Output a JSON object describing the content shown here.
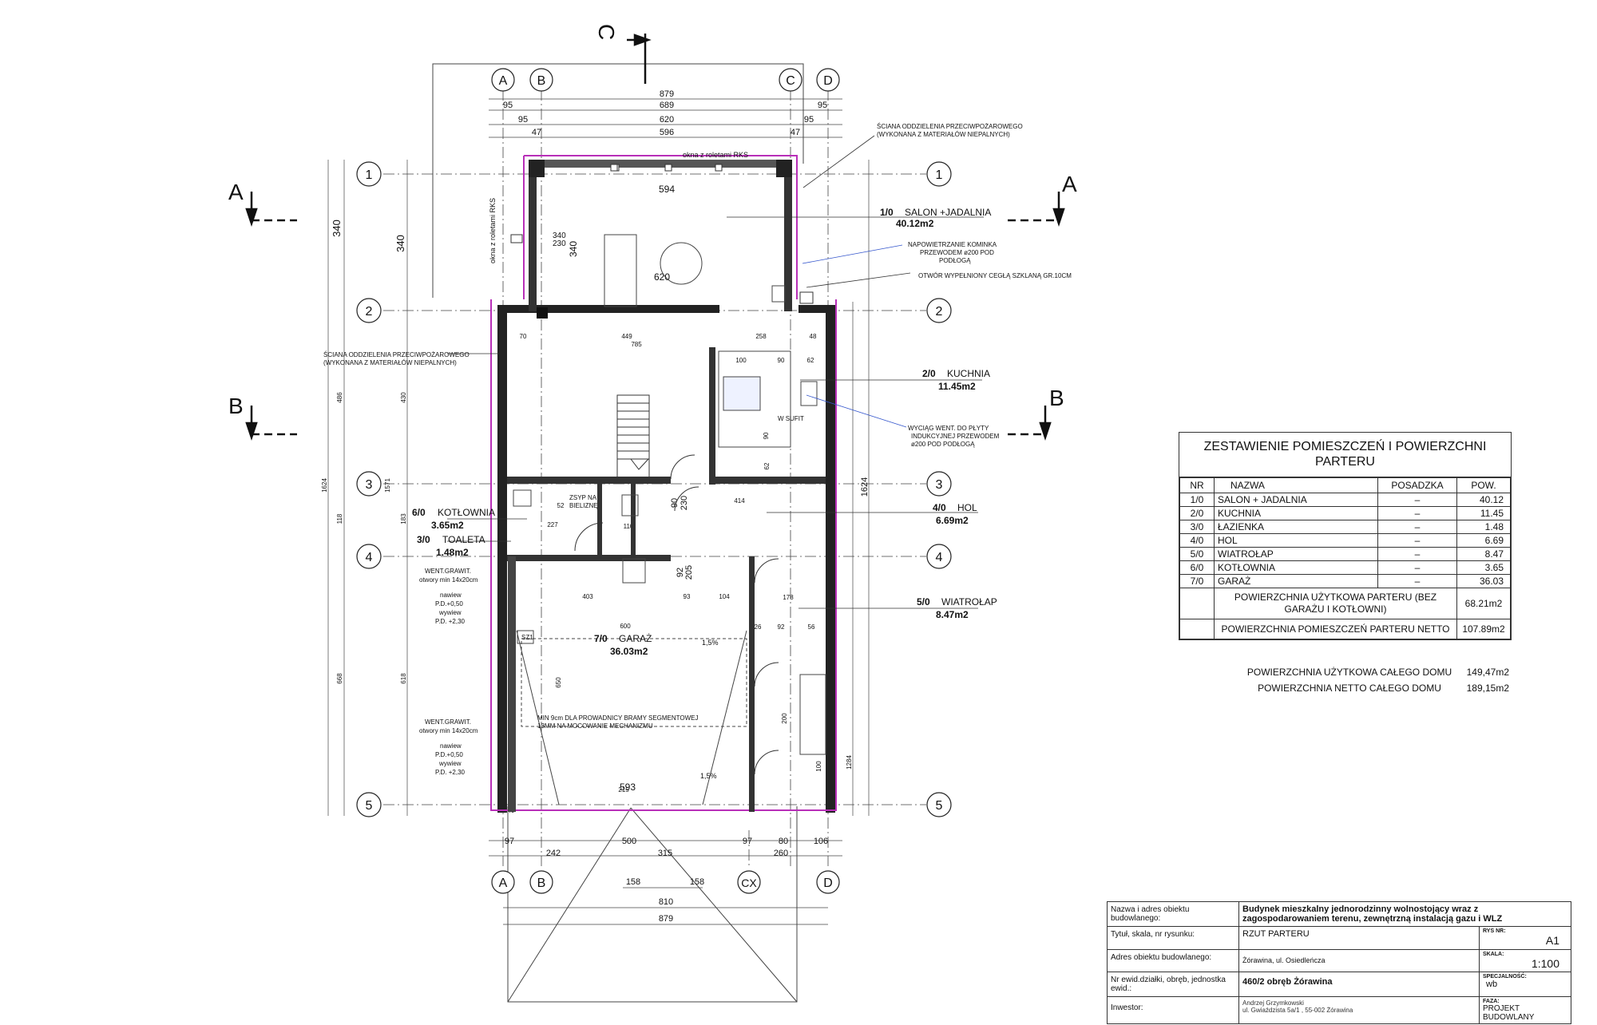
{
  "plan": {
    "axes_letters": {
      "A": "A",
      "B": "B",
      "C": "C",
      "D": "D",
      "CX": "CX"
    },
    "axes_numbers": [
      "1",
      "2",
      "3",
      "4",
      "5"
    ],
    "section_marks": {
      "A": "A",
      "B": "B",
      "C": "C"
    },
    "dims_top": [
      "879",
      "95",
      "689",
      "95",
      "95",
      "620",
      "95",
      "47",
      "596",
      "47"
    ],
    "dims_bottom": [
      "97",
      "242",
      "500",
      "315",
      "97",
      "80",
      "260",
      "106",
      "158",
      "158",
      "810",
      "879"
    ],
    "dims_left": [
      "340",
      "340",
      "486",
      "430",
      "1624",
      "1571",
      "118",
      "183",
      "668",
      "618"
    ],
    "dims_right": [
      "1624",
      "1284"
    ],
    "dims_inner": [
      "594",
      "620",
      "340",
      "70",
      "449",
      "785",
      "258",
      "48",
      "100",
      "90",
      "62",
      "403",
      "93",
      "104",
      "600",
      "414",
      "593",
      "650",
      "178",
      "26",
      "92",
      "56",
      "48",
      "200",
      "227",
      "52",
      "110",
      "62",
      "90",
      "92",
      "205",
      "90",
      "230",
      "100",
      "49",
      "215"
    ],
    "rooms": [
      {
        "num": "1/0",
        "name": "SALON +JADALNIA",
        "area": "40.12m2"
      },
      {
        "num": "2/0",
        "name": "KUCHNIA",
        "area": "11.45m2"
      },
      {
        "num": "6/0",
        "name": "KOTŁOWNIA",
        "area": "3.65m2"
      },
      {
        "num": "3/0",
        "name": "TOALETA",
        "area": "1.48m2"
      },
      {
        "num": "4/0",
        "name": "HOL",
        "area": "6.69m2"
      },
      {
        "num": "5/0",
        "name": "WIATROŁAP",
        "area": "8.47m2"
      },
      {
        "num": "7/0",
        "name": "GARAŻ",
        "area": "36.03m2"
      }
    ],
    "notes": {
      "fire_wall_top_1": "ŚCIANA ODDZIELENIA PRZECIWPOŻAROWEGO",
      "fire_wall_top_2": "(WYKONANA Z MATERIAŁÓW NIEPALNYCH)",
      "fire_wall_left_1": "ŚCIANA ODDZIELENIA PRZECIWPOŻAROWEGO",
      "fire_wall_left_2": "(WYKONANA Z MATERIAŁÓW NIEPALNYCH)",
      "window_top": "okna z roletami RKS",
      "window_left": "okna z roletami RKS",
      "chimney_1": "NAPOWIETRZANIE KOMINKA",
      "chimney_2": "PRZEWODEM ø200 POD",
      "chimney_3": "PODŁOGĄ",
      "opening": "OTWÓR WYPEŁNIONY CEGŁĄ SZKLANĄ GR.10CM",
      "hood_1": "WYCIĄG WENT. DO PŁYTY",
      "hood_2": "INDUKCYJNEJ PRZEWODEM",
      "hood_3": "ø200 POD PODŁOGĄ",
      "to_ceiling": "W SUFIT",
      "boiler": "ZSYP NA",
      "boiler_2": "BIELIZNĘ",
      "vent1_1": "WENT.GRAWIT.",
      "vent1_2": "otwory min 14x20cm",
      "vent1_3": "nawiew",
      "vent1_4": "P.D.+0,50",
      "vent1_5": "wywiew",
      "vent1_6": "P.D. +2,30",
      "vent2_1": "WENT.GRAWIT.",
      "vent2_2": "otwory min 14x20cm",
      "vent2_3": "nawiew",
      "vent2_4": "P.D.+0,50",
      "vent2_5": "wywiew",
      "vent2_6": "P.D. +2,30",
      "gate_1": "MIN 9cm DLA PROWADNICY BRAMY SEGMENTOWEJ",
      "gate_2": "13MM NA MOCOWANIE MECHANIZMU",
      "slope_1": "1,5%",
      "slope_2": "1,5%",
      "sz1": "SZ1",
      "magenta_1": "340",
      "magenta_2": "230"
    }
  },
  "room_table": {
    "title": "ZESTAWIENIE POMIESZCZEŃ I POWIERZCHNI PARTERU",
    "headers": [
      "NR",
      "NAZWA",
      "POSADZKA",
      "POW."
    ],
    "rows": [
      [
        "1/0",
        "SALON + JADALNIA",
        "–",
        "40.12"
      ],
      [
        "2/0",
        "KUCHNIA",
        "–",
        "11.45"
      ],
      [
        "3/0",
        "ŁAZIENKA",
        "–",
        "1.48"
      ],
      [
        "4/0",
        "HOL",
        "–",
        "6.69"
      ],
      [
        "5/0",
        "WIATROŁAP",
        "–",
        "8.47"
      ],
      [
        "6/0",
        "KOTŁOWNIA",
        "–",
        "3.65"
      ],
      [
        "7/0",
        "GARAŻ",
        "–",
        "36.03"
      ]
    ],
    "sum_usable_label": "POWIERZCHNIA UŻYTKOWA PARTERU (BEZ GARAŻU I KOTŁOWNI)",
    "sum_usable_value": "68.21m2",
    "sum_net_label": "POWIERZCHNIA POMIESZCZEŃ PARTERU NETTO",
    "sum_net_value": "107.89m2"
  },
  "totals": {
    "usable_label": "POWIERZCHNIA UŻYTKOWA CAŁEGO DOMU",
    "usable_value": "149,47m2",
    "net_label": "POWIERZCHNIA NETTO CAŁEGO DOMU",
    "net_value": "189,15m2"
  },
  "title_block": {
    "name_label": "Nazwa i adres obiektu budowlanego:",
    "name_value": "Budynek mieszkalny jednorodzinny wolnostojący wraz z zagospodarowaniem terenu, zewnętrzną instalacją gazu i WLZ",
    "title_label": "Tytuł, skala, nr rysunku:",
    "title_value": "RZUT PARTERU",
    "sheet_key": "RYS NR:",
    "sheet_value": "A1",
    "address_label": "Adres obiektu budowlanego:",
    "address_value": "Żórawina, ul. Osiedleńcza",
    "scale_key": "SKALA:",
    "scale_value": "1:100",
    "parcel_label": "Nr ewid.działki, obręb, jednostka ewid.:",
    "parcel_value": "460/2 obręb Żórawina",
    "spec_key": "SPECJALNOŚĆ:",
    "spec_value": "wb",
    "investor_label": "Inwestor:",
    "investor_name": "Andrzej Grzymkowski",
    "investor_addr": "ul. Gwiaździsta 5a/1 , 55-002 Żórawina",
    "phase_key": "FAZA:",
    "phase_value": "PROJEKT BUDOWLANY"
  }
}
